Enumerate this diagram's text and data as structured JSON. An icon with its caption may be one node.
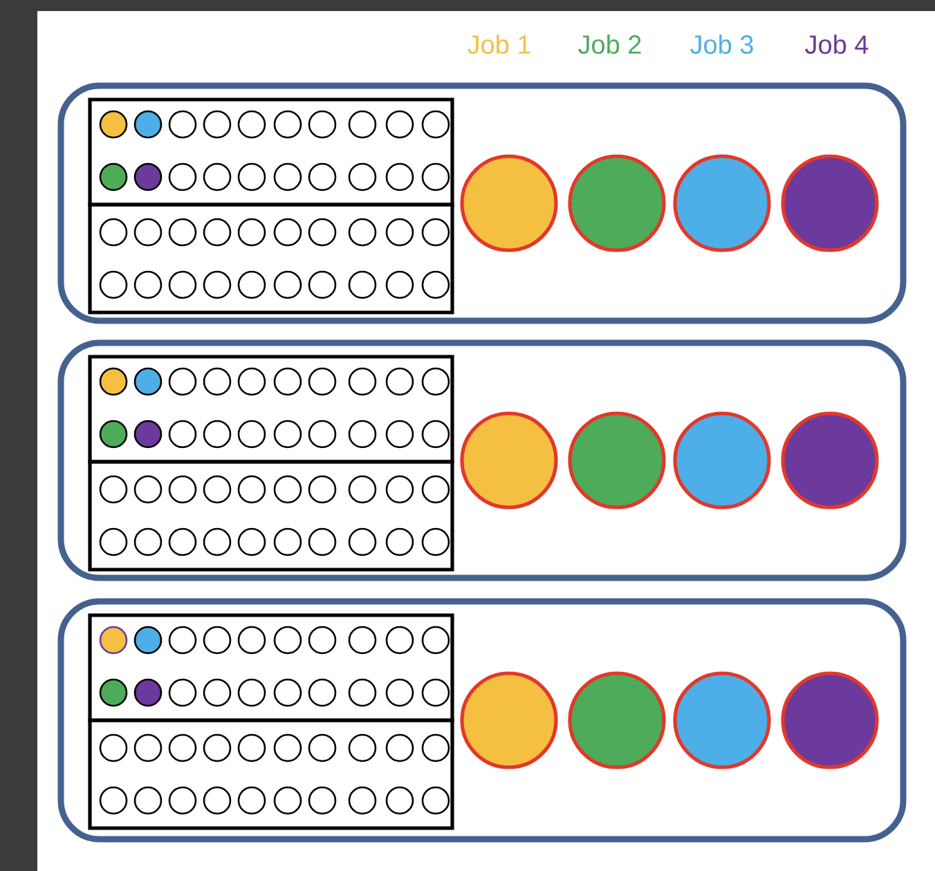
{
  "diagram": {
    "nodes": [
      {
        "text": [],
        "shape": "box"
      },
      {
        "text": [],
        "shape": "box",
        "in": 0
      },
      {
        "text": [],
        "shape": "box",
        "in": 0
      },
      {
        "text": [],
        "shape": "circle",
        "in": 0
      },
      {
        "text": [],
        "shape": "circle",
        "in": 0
      },
      {
        "text": [],
        "shape": "circle",
        "in": 0
      },
      {
        "text": [],
        "shape": "circle",
        "in": 0
      },
      {
        "text": [],
        "shape": "box"
      },
      {
        "text": [],
        "shape": "box",
        "in": 7
      },
      {
        "text": [],
        "shape": "box",
        "in": 7
      },
      {
        "text": [],
        "shape": "circle",
        "in": 7
      },
      {
        "text": [],
        "shape": "circle",
        "in": 7
      },
      {
        "text": [],
        "shape": "circle",
        "in": 7
      },
      {
        "text": [],
        "shape": "circle",
        "in": 7
      },
      {
        "text": [],
        "shape": "box"
      },
      {
        "text": [],
        "shape": "box",
        "in": 14
      },
      {
        "text": [],
        "shape": "box",
        "in": 14
      },
      {
        "text": [],
        "shape": "circle",
        "in": 14
      },
      {
        "text": [],
        "shape": "circle",
        "in": 14
      },
      {
        "text": [],
        "shape": "circle",
        "in": 14
      },
      {
        "text": [],
        "shape": "circle",
        "in": 14
      }
    ],
    "legend": [
      {
        "text": "Job 1",
        "color": "#f5bf42"
      },
      {
        "text": "Job 2",
        "color": "#4eab5a"
      },
      {
        "text": "Job 3",
        "color": "#4eaee8"
      },
      {
        "text": "Job 4",
        "color": "#6b3a9c"
      }
    ]
  }
}
